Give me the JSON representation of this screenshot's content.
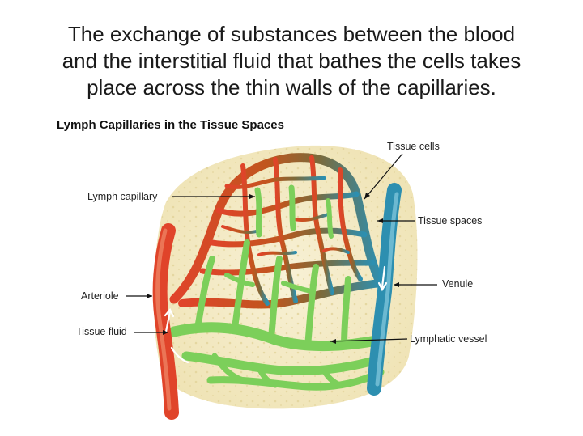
{
  "heading": {
    "line1": "The exchange of substances between the blood",
    "line2": "and the interstitial fluid that bathes the cells takes",
    "line3": "place across the thin walls of the capillaries."
  },
  "figure": {
    "title": "Lymph Capillaries in the Tissue Spaces",
    "labels": {
      "tissue_cells": "Tissue cells",
      "lymph_capillary": "Lymph capillary",
      "tissue_spaces": "Tissue spaces",
      "venule": "Venule",
      "arteriole": "Arteriole",
      "tissue_fluid": "Tissue fluid",
      "lymphatic_vessel": "Lymphatic vessel"
    },
    "colors": {
      "arterial": "#e0442a",
      "venous": "#2d8fb0",
      "lymph": "#7ccf5a",
      "tissue": "#f6eecd"
    }
  }
}
